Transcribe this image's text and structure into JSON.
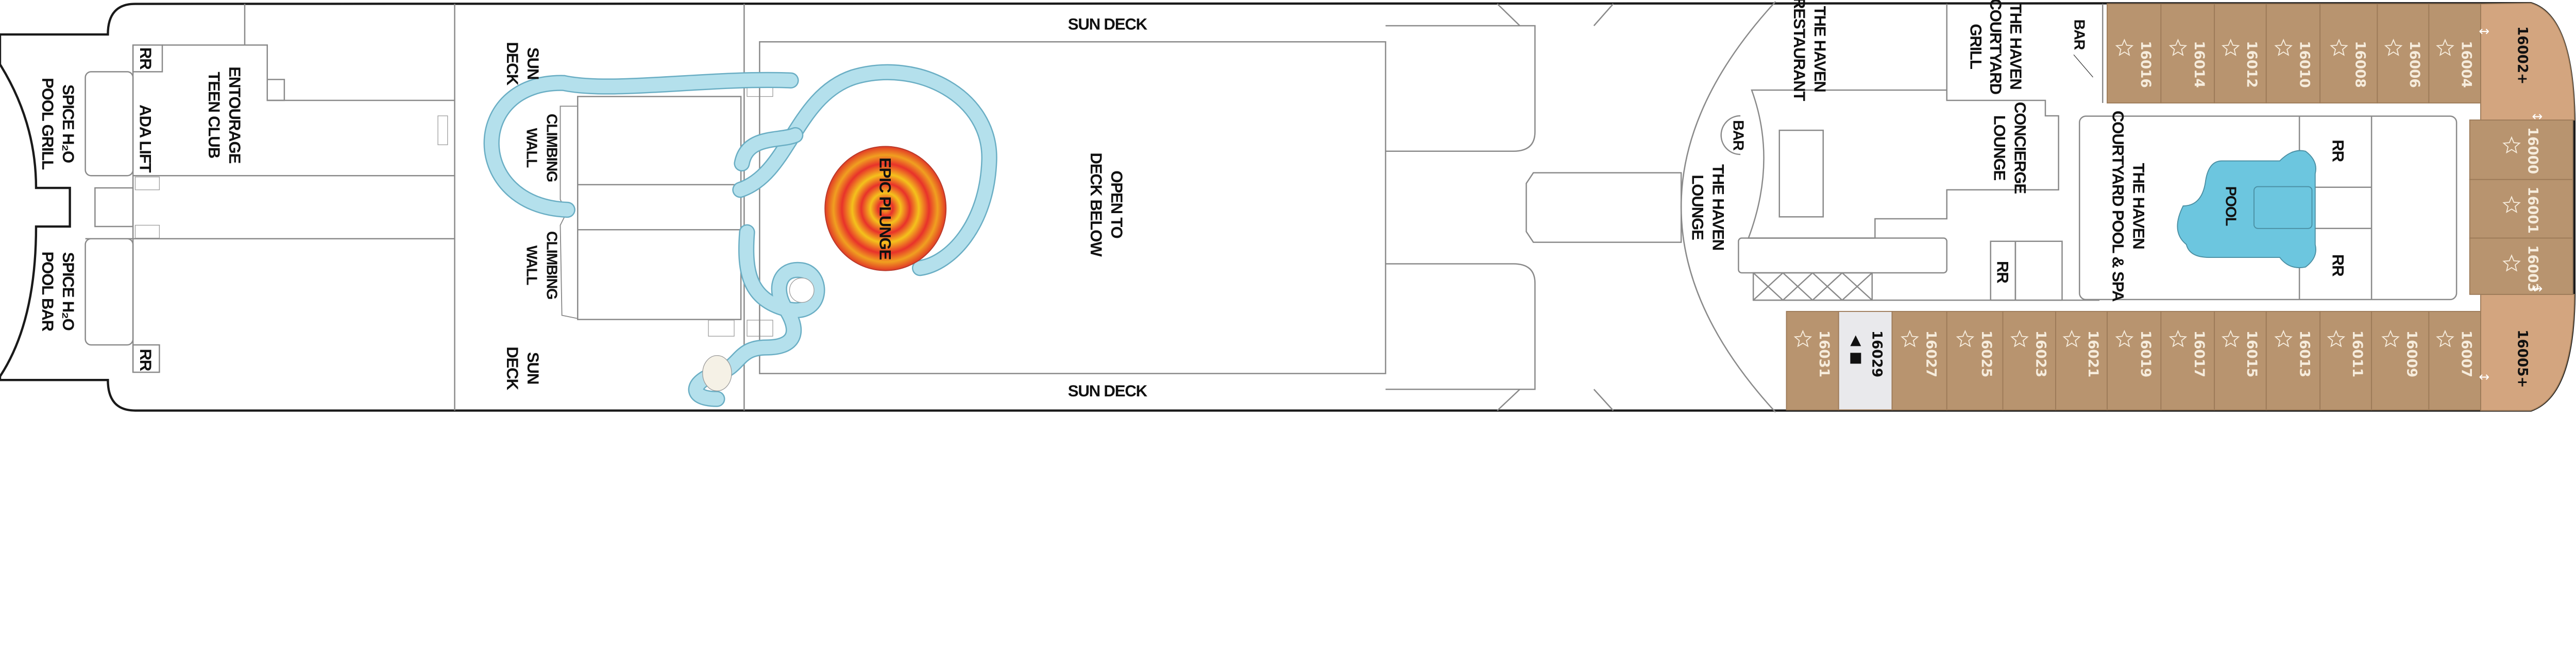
{
  "colors": {
    "cabin": "#b8946f",
    "bow_suite": "#d3a57f",
    "accessible_cabin": "#e9e9ec",
    "pool": "#6cc6df",
    "slide": "#b4e0ec",
    "hull": "#1a1a1a",
    "wall": "#8a8a8a"
  },
  "labels": {
    "spice_grill": [
      "SPICE H₂O",
      "POOL GRILL"
    ],
    "spice_bar": [
      "SPICE H₂O",
      "POOL BAR"
    ],
    "ada_lift": "ADA LIFT",
    "entourage": [
      "ENTOURAGE",
      "TEEN CLUB"
    ],
    "rr": "RR",
    "sun_deck_side": [
      "SUN",
      "DECK"
    ],
    "climbing_wall": [
      "CLIMBING",
      "WALL"
    ],
    "epic_plunge": "EPIC PLUNGE",
    "sun_deck": "SUN DECK",
    "open_to_deck_below": [
      "OPEN TO",
      "DECK BELOW"
    ],
    "haven_lounge": [
      "THE HAVEN",
      "LOUNGE"
    ],
    "bar": "BAR",
    "haven_restaurant": [
      "THE HAVEN",
      "RESTAURANT"
    ],
    "courtyard_grill": [
      "THE HAVEN",
      "COURTYARD",
      "GRILL"
    ],
    "concierge_lounge": [
      "CONCIERGE",
      "LOUNGE"
    ],
    "courtyard_pool_spa": [
      "THE HAVEN",
      "COURTYARD POOL & SPA"
    ],
    "pool": "POOL"
  },
  "cabins": {
    "top": [
      {
        "number": "16016",
        "icon": "star-icon"
      },
      {
        "number": "16014",
        "icon": "star-icon"
      },
      {
        "number": "16012",
        "icon": "star-icon"
      },
      {
        "number": "16010",
        "icon": "star-icon"
      },
      {
        "number": "16008",
        "icon": "star-icon"
      },
      {
        "number": "16006",
        "icon": "star-icon"
      },
      {
        "number": "16004",
        "icon": "star-icon"
      }
    ],
    "bottom": [
      {
        "number": "16031",
        "icon": "star-icon"
      },
      {
        "number": "16029",
        "icon": "accessible-icons",
        "symbols": [
          "▲",
          "■"
        ]
      },
      {
        "number": "16027",
        "icon": "star-icon"
      },
      {
        "number": "16025",
        "icon": "star-icon"
      },
      {
        "number": "16023",
        "icon": "star-icon"
      },
      {
        "number": "16021",
        "icon": "star-icon"
      },
      {
        "number": "16019",
        "icon": "star-icon"
      },
      {
        "number": "16017",
        "icon": "star-icon"
      },
      {
        "number": "16015",
        "icon": "star-icon"
      },
      {
        "number": "16013",
        "icon": "star-icon"
      },
      {
        "number": "16011",
        "icon": "star-icon"
      },
      {
        "number": "16009",
        "icon": "star-icon"
      },
      {
        "number": "16007",
        "icon": "star-icon"
      }
    ],
    "forward": [
      {
        "number": "16000",
        "icon": "star-icon"
      },
      {
        "number": "16001",
        "icon": "star-icon"
      },
      {
        "number": "16003",
        "icon": "star-icon"
      }
    ],
    "bow": [
      {
        "number": "16002+",
        "icon": "connecting-arrows-icon"
      },
      {
        "number": "16005+",
        "icon": "connecting-arrows-icon"
      }
    ]
  }
}
